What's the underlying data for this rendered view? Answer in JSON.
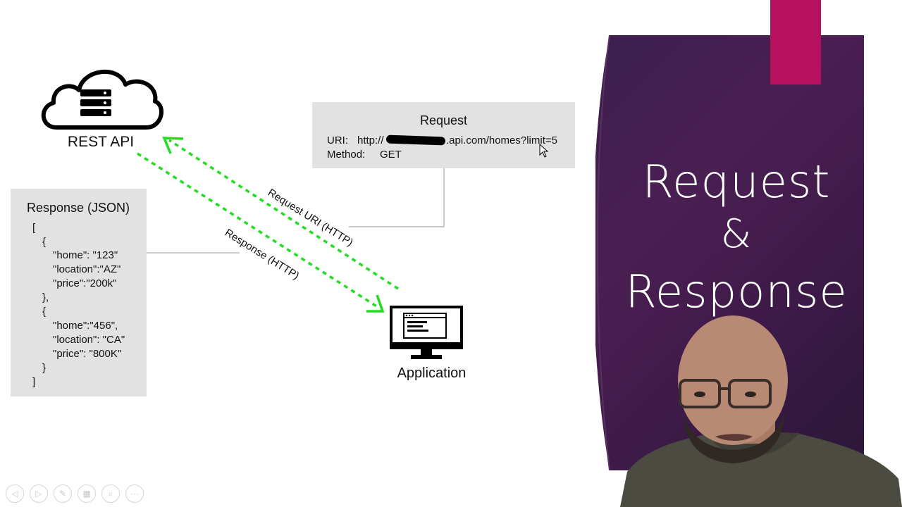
{
  "rest_api": {
    "label": "REST API",
    "icon": "cloud-server-icon"
  },
  "request": {
    "title": "Request",
    "uri_label": "URI:",
    "uri_prefix": "http://",
    "uri_suffix": ".api.com/homes?limit=5",
    "method_label": "Method:",
    "method_value": "GET"
  },
  "response": {
    "title": "Response (JSON)",
    "json_lines": [
      "[",
      "{",
      "\"home\": \"123\"",
      "\"location\":\"AZ\"",
      "\"price\":\"200k\"",
      "},",
      "{",
      "\"home\":\"456\",",
      "\"location\": \"CA\"",
      "\"price\": \"800K\"",
      "}",
      "]"
    ]
  },
  "arrows": {
    "request_label": "Request URI (HTTP)",
    "response_label": "Response (HTTP)",
    "color": "#22dd22"
  },
  "application": {
    "label": "Application",
    "icon": "monitor-icon"
  },
  "slide_title": {
    "line1": "Request",
    "line2": "&",
    "line3": "Response",
    "panel_color": "#3f1b4a",
    "accent_color": "#b5115f"
  },
  "nav": {
    "buttons": [
      {
        "name": "prev-slide",
        "glyph": "◁"
      },
      {
        "name": "next-slide",
        "glyph": "▷"
      },
      {
        "name": "pen",
        "glyph": "✎"
      },
      {
        "name": "slides-grid",
        "glyph": "▦"
      },
      {
        "name": "zoom",
        "glyph": "⌕"
      },
      {
        "name": "more",
        "glyph": "···"
      }
    ]
  }
}
